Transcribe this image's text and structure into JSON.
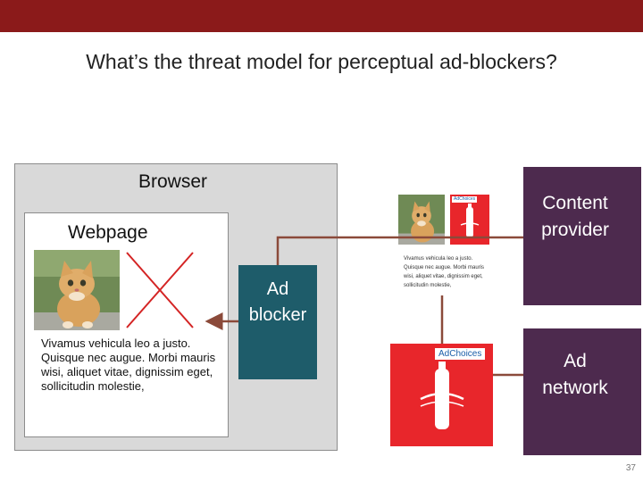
{
  "slide": {
    "title": "What’s the threat model for perceptual ad-blockers?",
    "page_number": "37"
  },
  "browser": {
    "label": "Browser"
  },
  "webpage": {
    "label": "Webpage",
    "text": "Vivamus vehicula leo a justo. Quisque nec augue. Morbi mauris wisi, aliquet vitae, dignissim eget, sollicitudin molestie,"
  },
  "ad_blocker": {
    "line1": "Ad",
    "line2": "blocker"
  },
  "content_provider": {
    "line1": "Content",
    "line2": "provider",
    "preview_text": "Vivamus vehicula leo a justo. Quisque nec augue. Morbi mauris wisi, aliquet vitae, dignissim eget, sollicitudin molestie,"
  },
  "ad_network": {
    "line1": "Ad",
    "line2": "network"
  },
  "ad_image": {
    "ad_choices": "AdChoices"
  },
  "colors": {
    "top_bar": "#8b1a1a",
    "ad_blocker": "#1e5c6a",
    "provider": "#4d2a4e",
    "connector": "#8b4a3a",
    "ad_red": "#e8262b"
  }
}
